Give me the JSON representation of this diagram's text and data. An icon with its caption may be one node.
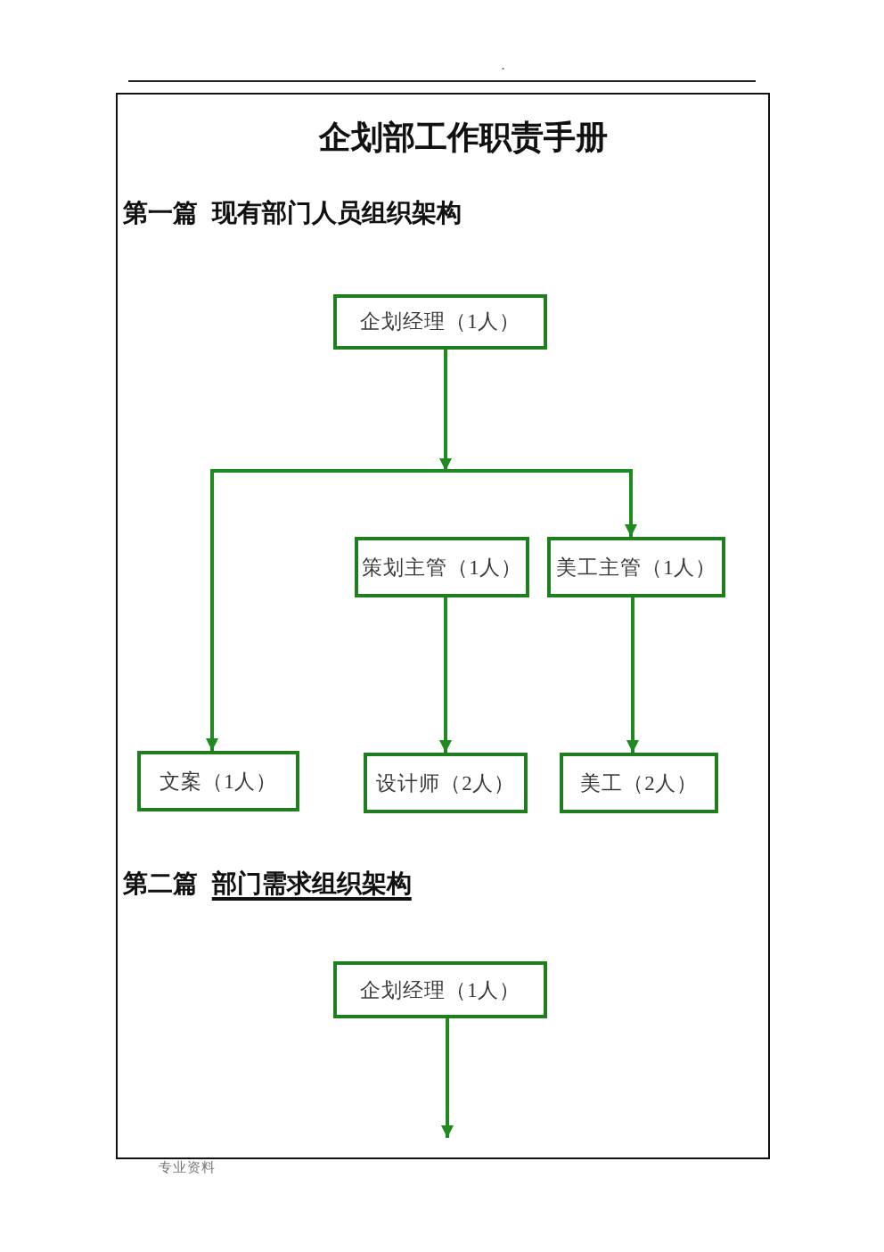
{
  "diagram": {
    "title": "企划部工作职责手册",
    "nodes": [
      {
        "text": [
          "企划经理（1人）"
        ]
      },
      {
        "text": [
          "策划主管（1人）"
        ]
      },
      {
        "text": [
          "美工主管（1人）"
        ]
      },
      {
        "text": [
          "文案（1人）"
        ]
      },
      {
        "text": [
          "设计师（2人）"
        ]
      },
      {
        "text": [
          "美工（2人）"
        ]
      },
      {
        "text": [
          "企划经理（1人）"
        ]
      }
    ],
    "edges": [
      {
        "from": 0,
        "to": 2,
        "arrow": "to"
      },
      {
        "from": 0,
        "to": 3,
        "arrow": "to"
      },
      {
        "from": 1,
        "to": 4,
        "arrow": "to"
      },
      {
        "from": 2,
        "to": 5,
        "arrow": "to"
      },
      {
        "from": 6,
        "to": null,
        "arrow": "to"
      }
    ],
    "labels": [
      ".",
      "第一篇 现有部门人员组织架构",
      "第二篇 部门需求组织架构",
      "专业资料"
    ]
  }
}
